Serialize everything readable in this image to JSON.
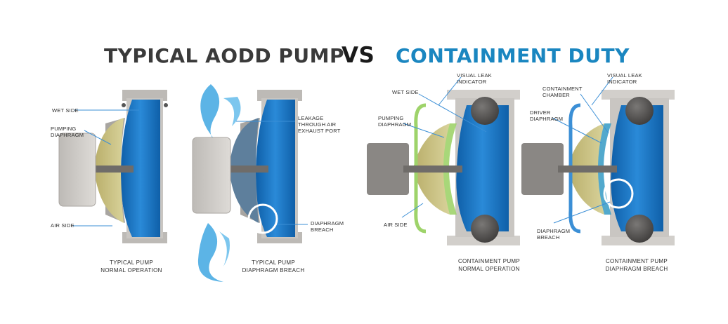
{
  "title": {
    "left": "TYPICAL AODD PUMP",
    "vs": "VS",
    "right": "CONTAINMENT DUTY"
  },
  "colors": {
    "title_dark": "#3a3a3a",
    "title_accent": "#1a86c0",
    "fluid_blue": "#1b74c4",
    "diaphragm_olive": "#c9c083",
    "containment_green": "#9ed36a",
    "housing_grey": "#c9c6c2",
    "leak_line_blue": "#3b8fd6"
  },
  "panels": [
    {
      "caption": "TYPICAL PUMP\nNORMAL OPERATION",
      "labels": [
        "WET SIDE",
        "PUMPING\nDIAPHRAGM",
        "AIR SIDE"
      ]
    },
    {
      "caption": "TYPICAL PUMP\nDIAPHRAGM BREACH",
      "labels": [
        "LEAKAGE\nTHROUGH AIR\nEXHAUST PORT",
        "DIAPHRAGM\nBREACH"
      ]
    },
    {
      "caption": "CONTAINMENT PUMP\nNORMAL OPERATION",
      "labels": [
        "VISUAL LEAK\nINDICATOR",
        "WET SIDE",
        "PUMPING\nDIAPHRAGM",
        "AIR SIDE"
      ]
    },
    {
      "caption": "CONTAINMENT PUMP\nDIAPHRAGM BREACH",
      "labels": [
        "VISUAL LEAK\nINDICATOR",
        "CONTAINMENT\nCHAMBER",
        "DRIVER\nDIAPHRAGM",
        "DIAPHRAGM\nBREACH"
      ]
    }
  ]
}
